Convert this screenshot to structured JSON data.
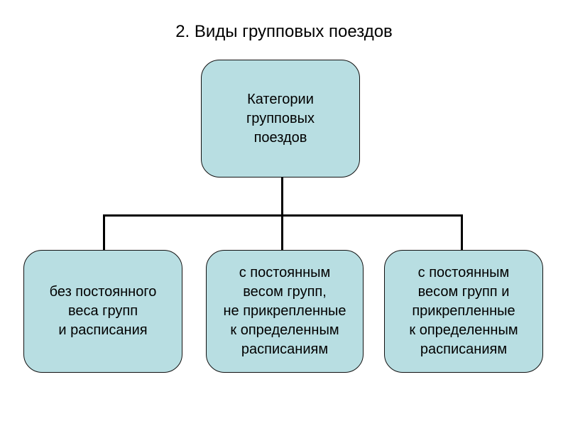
{
  "slide": {
    "title": "2. Виды групповых поездов",
    "background_color": "#ffffff"
  },
  "theme": {
    "node_fill": "#b8dee2",
    "node_border": "#111111",
    "text_color": "#000000",
    "connector_color": "#000000"
  },
  "diagram": {
    "type": "org-chart",
    "root": {
      "id": "root",
      "label": "Категории\nгрупповых\nпоездов"
    },
    "children": [
      {
        "id": "child-1",
        "label": "без постоянного\nвеса групп\nи расписания"
      },
      {
        "id": "child-2",
        "label": "с постоянным\nвесом групп,\nне прикрепленные\nк определенным\nрасписаниям"
      },
      {
        "id": "child-3",
        "label": "с постоянным\nвесом групп и\nприкрепленные\nк определенным\nрасписаниям"
      }
    ]
  }
}
